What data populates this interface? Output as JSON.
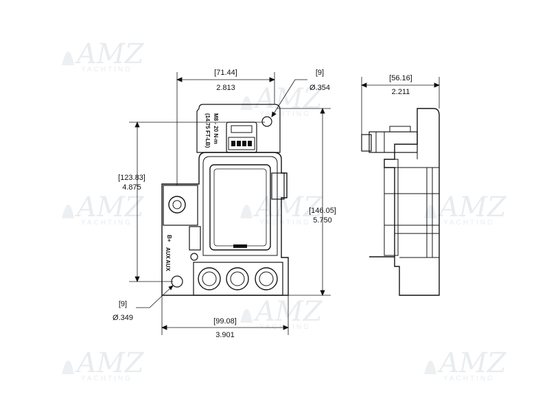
{
  "watermark": {
    "brand": "AMZ",
    "tagline": "YACHTING"
  },
  "dimensions": {
    "top_width_mm": "[71.44]",
    "top_width_in": "2.813",
    "hole_top_mm": "[9]",
    "hole_top_in": "Ø.354",
    "height_left_mm": "[123.83]",
    "height_left_in": "4.875",
    "height_right_mm": "[146.05]",
    "height_right_in": "5.750",
    "hole_bottom_mm": "[9]",
    "hole_bottom_in": "Ø.349",
    "bottom_width_mm": "[99.08]",
    "bottom_width_in": "3.901",
    "side_depth_mm": "[56.16]",
    "side_depth_in": "2.211"
  },
  "part_labels": {
    "torque_line1": "M8 - 20 N-m",
    "torque_line2": "(14.75 FT-LB)",
    "terminal_label": "B+",
    "aux_label": "AUX"
  }
}
